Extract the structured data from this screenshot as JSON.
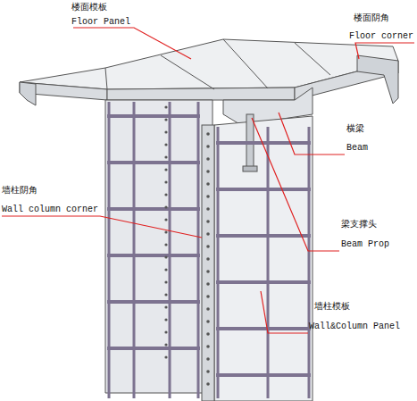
{
  "diagram": {
    "labels": [
      "楼面模板",
      "Floor Panel",
      "楼面阴角",
      "Floor corner",
      "横梁",
      "Beam",
      "墙柱阴角",
      "Wall column corner",
      "梁支撑头",
      "Beam Prop",
      "墙柱模板",
      "Wall&Column Panel"
    ]
  }
}
